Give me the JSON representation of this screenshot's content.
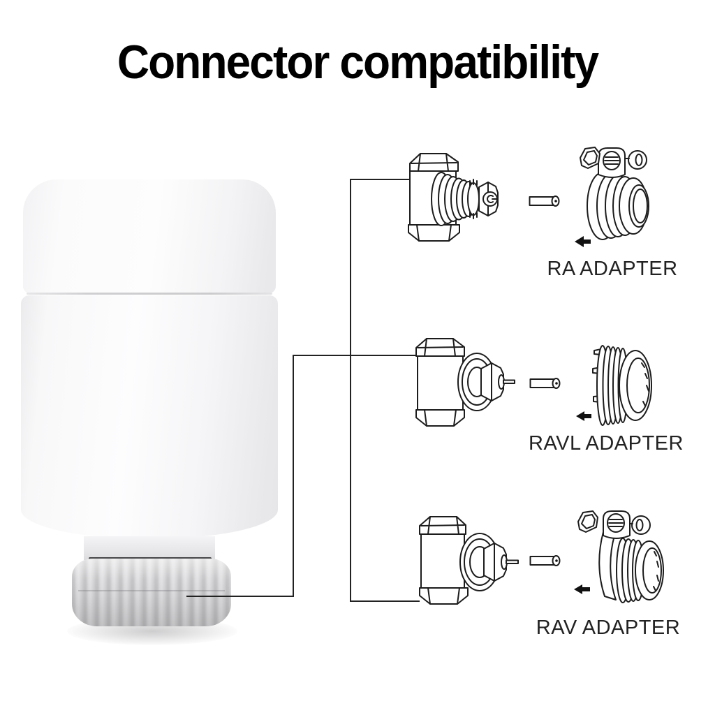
{
  "title": "Connector compatibility",
  "product_illustration": "white-radiator-thermostat-head",
  "rows": [
    {
      "id": "ra",
      "label": "RA ADAPTER",
      "valve_icon": "ra-valve-illustration",
      "adapter_icon": "ra-adapter-illustration",
      "arrow_icon": "arrow-left-icon",
      "pin_icon": "adapter-pin-illustration"
    },
    {
      "id": "ravl",
      "label": "RAVL ADAPTER",
      "valve_icon": "ravl-valve-illustration",
      "adapter_icon": "ravl-adapter-illustration",
      "arrow_icon": "arrow-left-icon",
      "pin_icon": "adapter-pin-illustration"
    },
    {
      "id": "rav",
      "label": "RAV ADAPTER",
      "valve_icon": "rav-valve-illustration",
      "adapter_icon": "rav-adapter-illustration",
      "arrow_icon": "arrow-left-icon",
      "pin_icon": "adapter-pin-illustration"
    }
  ],
  "colors": {
    "background": "#ffffff",
    "title_text": "#000000",
    "label_text": "#222222",
    "line_art": "#1c1c1c",
    "connector_line": "#222222",
    "device_highlight": "#fdfdfd",
    "device_shadow": "#e6e6e8",
    "ring_gray": "#d2d2d4"
  }
}
